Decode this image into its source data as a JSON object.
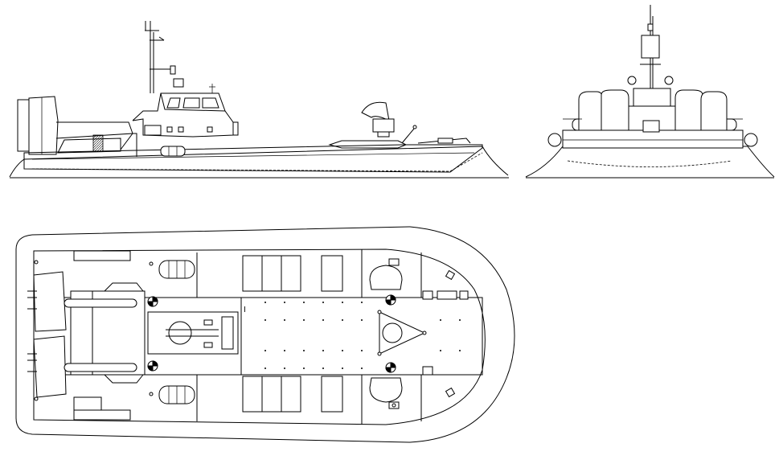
{
  "views": {
    "side": {
      "name": "side-elevation"
    },
    "front": {
      "name": "front-elevation"
    },
    "plan": {
      "name": "plan-view"
    }
  },
  "labels": {
    "deck_marker": "I"
  },
  "colors": {
    "line": "#000000",
    "background": "#ffffff"
  }
}
